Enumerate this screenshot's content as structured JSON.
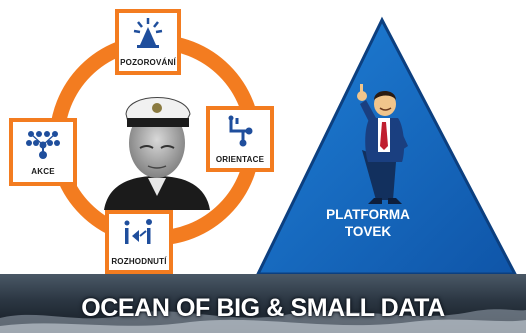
{
  "loop": {
    "stages": [
      {
        "label": "POZOROVÁNÍ",
        "icon": "lighthouse-icon"
      },
      {
        "label": "ORIENTACE",
        "icon": "orientation-icon"
      },
      {
        "label": "ROZHODNUTÍ",
        "icon": "decision-icon"
      },
      {
        "label": "AKCE",
        "icon": "network-nodes-icon"
      }
    ],
    "ring_color": "#f37c20"
  },
  "platform": {
    "line1": "PLATFORMA",
    "line2": "TOVEK",
    "triangle_color": "#1565c0",
    "mascot": "pointing-man-illustration"
  },
  "portrait": {
    "subject": "naval-officer-photo"
  },
  "footer": {
    "title": "OCEAN OF BIG & SMALL DATA"
  }
}
